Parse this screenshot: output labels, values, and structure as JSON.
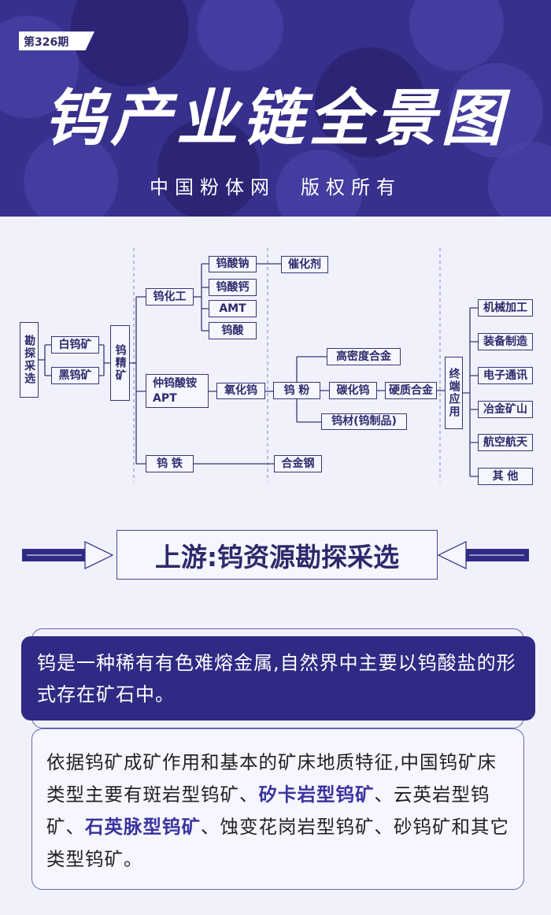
{
  "header": {
    "issue": "第326期",
    "title": "钨产业链全景图",
    "subtitle": "中国粉体网　版权所有"
  },
  "diagram": {
    "explore": "勘探采选",
    "scheelite": "白钨矿",
    "wolframite": "黑钨矿",
    "concentrate": "钨精矿",
    "chem": "钨化工",
    "sodium": "钨酸钠",
    "calcium": "钨酸钙",
    "amt": "AMT",
    "acid": "钨酸",
    "catalyst": "催化剂",
    "apt": "仲钨酸铵",
    "apt2": "APT",
    "oxide": "氧化钨",
    "powder": "钨 粉",
    "heavy": "高密度合金",
    "carbide": "碳化钨",
    "cemented": "硬质合金",
    "products": "钨材(钨制品)",
    "ferro": "钨 铁",
    "steel": "合金钢",
    "end": "终端应用",
    "apps": [
      "机械加工",
      "装备制造",
      "电子通讯",
      "冶金矿山",
      "航空航天",
      "其 他"
    ]
  },
  "section": {
    "title": "上游:钨资源勘探采选"
  },
  "intro": "钨是一种稀有有色难熔金属,自然界中主要以钨酸盐的形式存在矿石中。",
  "body": {
    "p1": "依据钨矿成矿作用和基本的矿床地质特征,中国钨矿床类型主要有斑岩型钨矿、",
    "h1": "矽卡岩型钨矿",
    "p2": "、云英岩型钨矿、",
    "h2": "石英脉型钨矿",
    "p3": "、蚀变花岗岩型钨矿、砂钨矿和其它类型钨矿。"
  }
}
